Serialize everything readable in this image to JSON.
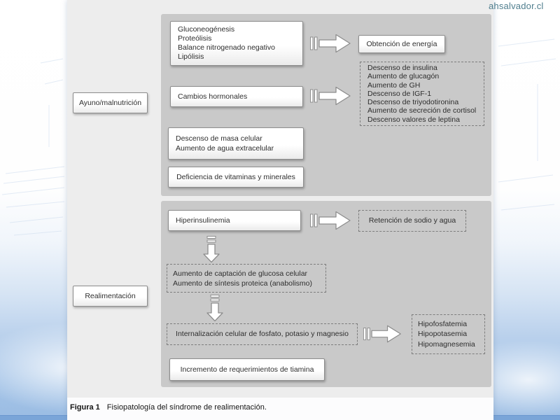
{
  "page": {
    "watermark": "ahsalvador.cl"
  },
  "figure": {
    "caption_label": "Figura 1",
    "caption_text": "Fisiopatología del síndrome de realimentación."
  },
  "colors": {
    "plate_bg": "#ededed",
    "group_bg": "#c9c9c9",
    "box_border": "#8d8d8d",
    "dashed_border": "#7d7d7d",
    "text": "#2e2e2e",
    "watermark_teal": "#4f7e8e",
    "sky_blue": "#a6c5e8",
    "bottom_strip_blue": "#7aa5d8"
  },
  "diagram": {
    "fasting": {
      "label": "Ayuno/malnutrición",
      "catabolism": {
        "lines": [
          "Gluconeogénesis",
          "Proteólisis",
          "Balance nitrogenado negativo",
          "Lipólisis"
        ]
      },
      "energy": "Obtención de energía",
      "hormonal": "Cambios hormonales",
      "hormone_changes": {
        "lines": [
          "Descenso de insulina",
          "Aumento de glucagón",
          "Aumento de GH",
          "Descenso de IGF-1",
          "Descenso de triyodotironina",
          "Aumento de secreción de cortisol",
          "Descenso valores de leptina"
        ]
      },
      "mass": {
        "lines": [
          "Descenso de masa celular",
          "Aumento de agua extracelular"
        ]
      },
      "vitamins": "Deficiencia de vitaminas y minerales"
    },
    "refeeding": {
      "label": "Realimentación",
      "hyperinsulinemia": "Hiperinsulinemia",
      "sodium": "Retención de sodio y agua",
      "glucose": {
        "lines": [
          "Aumento de captación de glucosa celular",
          "Aumento de síntesis proteica (anabolismo)"
        ]
      },
      "internalization": "Internalización celular de fosfato, potasio y magnesio",
      "electrolytes": {
        "lines": [
          "Hipofosfatemia",
          "Hipopotasemia",
          "Hipomagnesemia"
        ]
      },
      "thiamine": "Incremento de requerimientos de tiamina"
    }
  }
}
